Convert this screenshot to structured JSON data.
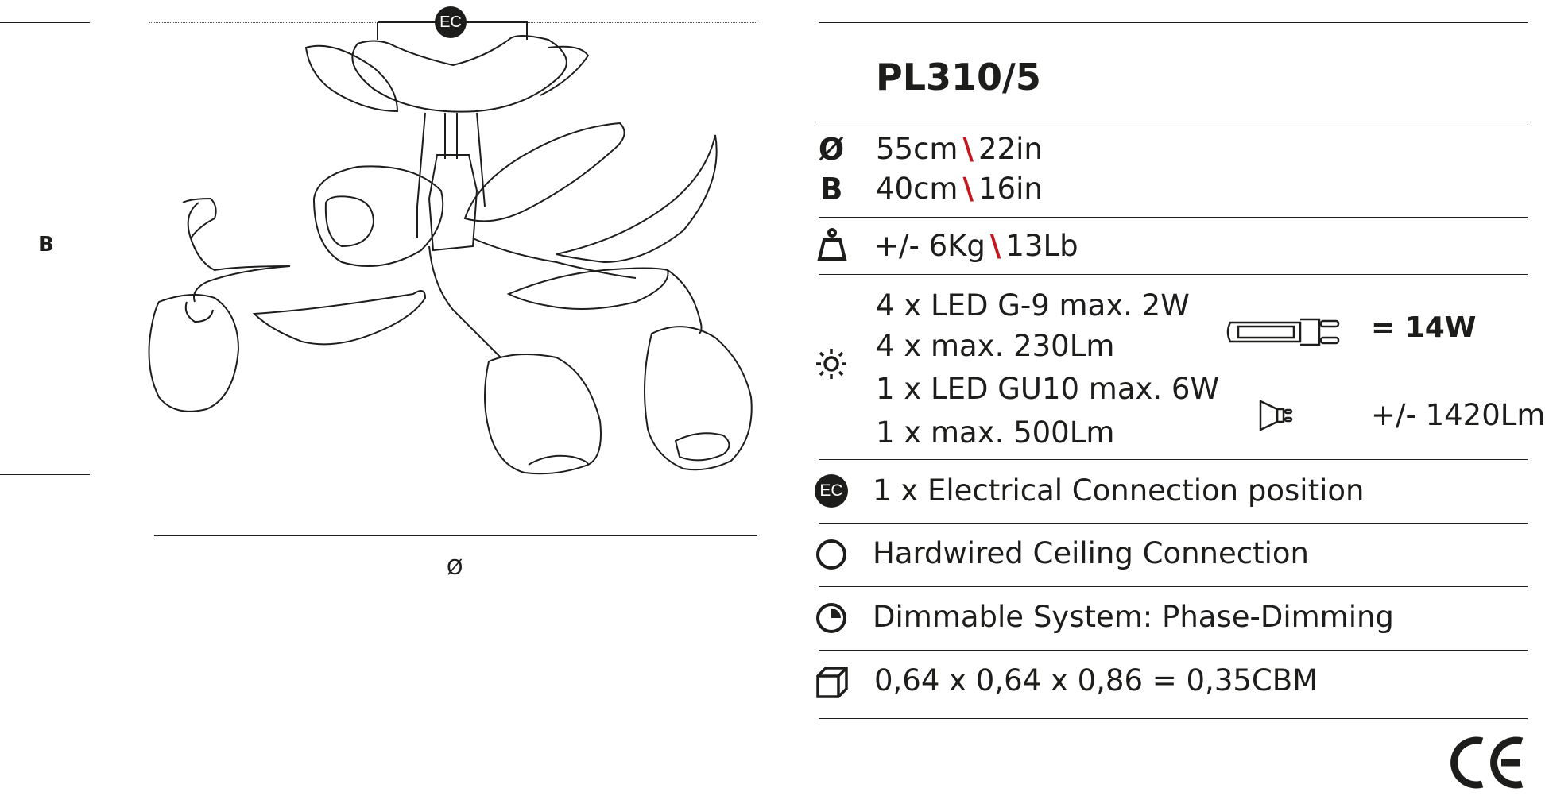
{
  "drawing": {
    "ec_badge": "EC",
    "height_label": "B",
    "diameter_label": "Ø"
  },
  "product": {
    "model": "PL310/5"
  },
  "dimensions": {
    "diameter_symbol": "Ø",
    "diameter_cm": "55cm",
    "diameter_in": "22in",
    "height_symbol": "B",
    "height_cm": "40cm",
    "height_in": "16in",
    "separator": "\\"
  },
  "weight": {
    "kg": "+/- 6Kg",
    "lb": "13Lb",
    "icon": "weight-icon"
  },
  "lighting": {
    "icon": "bulb-sun-icon",
    "lines": [
      "4 x LED G-9 max. 2W",
      "4 x max. 230Lm",
      "1 x LED GU10 max. 6W",
      "1 x max. 500Lm"
    ],
    "total_power": "= 14W",
    "total_lumen": "+/- 1420Lm",
    "g9_icon": "g9-bulb-icon",
    "gu10_icon": "gu10-bulb-icon"
  },
  "features": {
    "ec_badge": "EC",
    "electrical_connection": "1 x Electrical Connection position",
    "hardwired": "Hardwired Ceiling Connection",
    "dimmable": "Dimmable System: Phase-Dimming"
  },
  "packaging": {
    "icon": "box-icon",
    "volume": "0,64 x 0,64 x 0,86 = 0,35CBM"
  },
  "certification": {
    "mark": "CE",
    "icon": "ce-mark-icon"
  }
}
